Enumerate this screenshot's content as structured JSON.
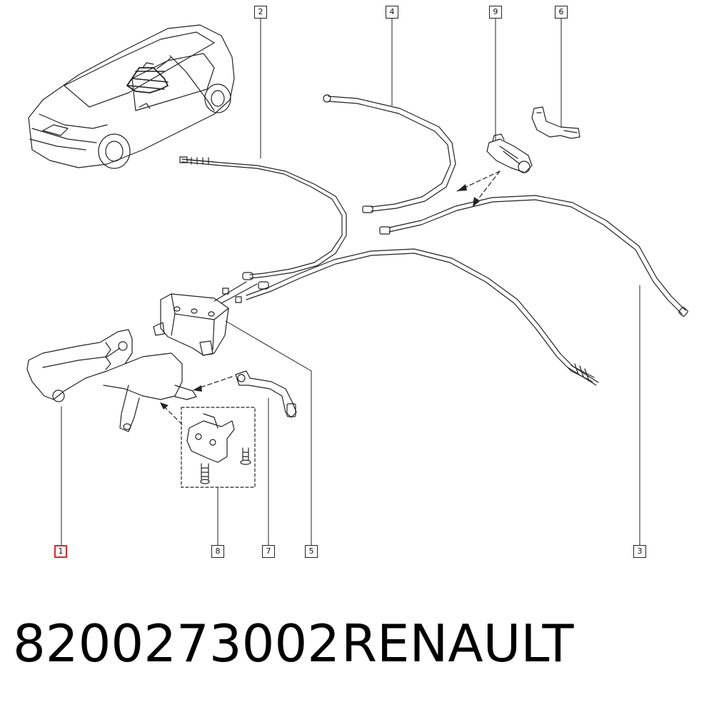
{
  "callouts": {
    "c1": "1",
    "c2": "2",
    "c3": "3",
    "c4": "4",
    "c5": "5",
    "c6": "6",
    "c7": "7",
    "c8": "8",
    "c9": "9"
  },
  "caption": {
    "part_number": "8200273002",
    "brand": "RENAULT"
  },
  "colors": {
    "line": "#222222",
    "highlight": "#e0262b",
    "background": "#ffffff"
  }
}
